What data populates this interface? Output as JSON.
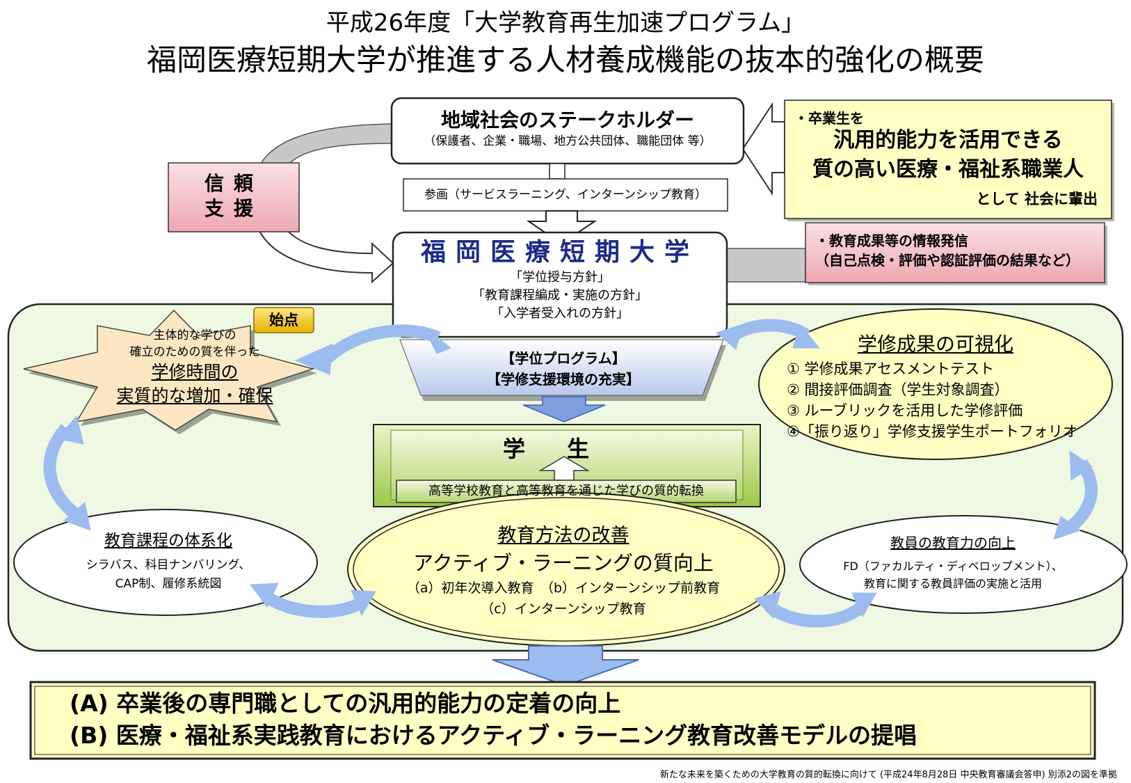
{
  "title": {
    "line1": "平成26年度「大学教育再生加速プログラム」",
    "line2": "福岡医療短期大学が推進する人材養成機能の抜本的強化の概要"
  },
  "stakeholder": {
    "title": "地域社会のステークホルダー",
    "subtitle": "（保護者、企業・職場、地方公共団体、職能団体 等）"
  },
  "participation": "参画（サービスラーニング、インターンシップ教育）",
  "trust": {
    "line1": "信頼",
    "line2": "支援"
  },
  "graduate": {
    "line1": "・卒業生を",
    "line2": "汎用的能力を活用できる",
    "line3": "質の高い医療・福祉系職業人",
    "line4": "として 社会に輩出"
  },
  "info": {
    "line1": "・教育成果等の情報発信",
    "line2": "（自己点検・評価や認証評価の結果など）"
  },
  "university": {
    "name": "福岡医療短期大学",
    "policy1": "「学位授与方針」",
    "policy2": "「教育課程編成・実施の方針」",
    "policy3": "「入学者受入れの方針」"
  },
  "start_label": "始点",
  "study_time": {
    "line1": "主体的な学びの",
    "line2": "確立のための質を伴った",
    "line3": "学修時間の",
    "line4": "実質的な増加・確保"
  },
  "program": {
    "line1": "【学位プログラム】",
    "line2": "【学修支援環境の充実】"
  },
  "student": {
    "label": "学生",
    "transition": "高等学校教育と高等教育を通じた学びの質的転換"
  },
  "visualization": {
    "title": "学修成果の可視化",
    "items": [
      "① 学修成果アセスメントテスト",
      "② 間接評価調査（学生対象調査）",
      "③ ルーブリックを活用した学修評価",
      "④「振り返り」学修支援学生ポートフォリオ"
    ]
  },
  "curriculum": {
    "title": "教育課程の体系化",
    "line1": "シラバス、科目ナンバリング、",
    "line2": "CAP制、履修系統図"
  },
  "method": {
    "title": "教育方法の改善",
    "subtitle": "アクティブ・ラーニングの質向上",
    "line1": "（a）初年次導入教育　（b）インターンシップ前教育",
    "line2": "（c）インターンシップ教育"
  },
  "faculty": {
    "title": "教員の教育力の向上",
    "line1": "FD（ファカルティ・ディベロップメント）、",
    "line2": "教育に関する教員評価の実施と活用"
  },
  "outcome": {
    "a": "(A)  卒業後の専門職としての汎用的能力の定着の向上",
    "b": "(B)  医療・福祉系実践教育におけるアクティブ・ラーニング教育改善モデルの提唱"
  },
  "footnote": "新たな未来を築くための大学教育の質的転換に向けて (平成24年8月28日 中央教育審議会答申)  別添2の図を準拠",
  "colors": {
    "university_text": "#1a2a8c",
    "pink_box": "#f4c6cc",
    "yellow_box": "#ffffc4",
    "green_panel": "#eef8e2",
    "blue_arrow": "#9cbcf0"
  }
}
